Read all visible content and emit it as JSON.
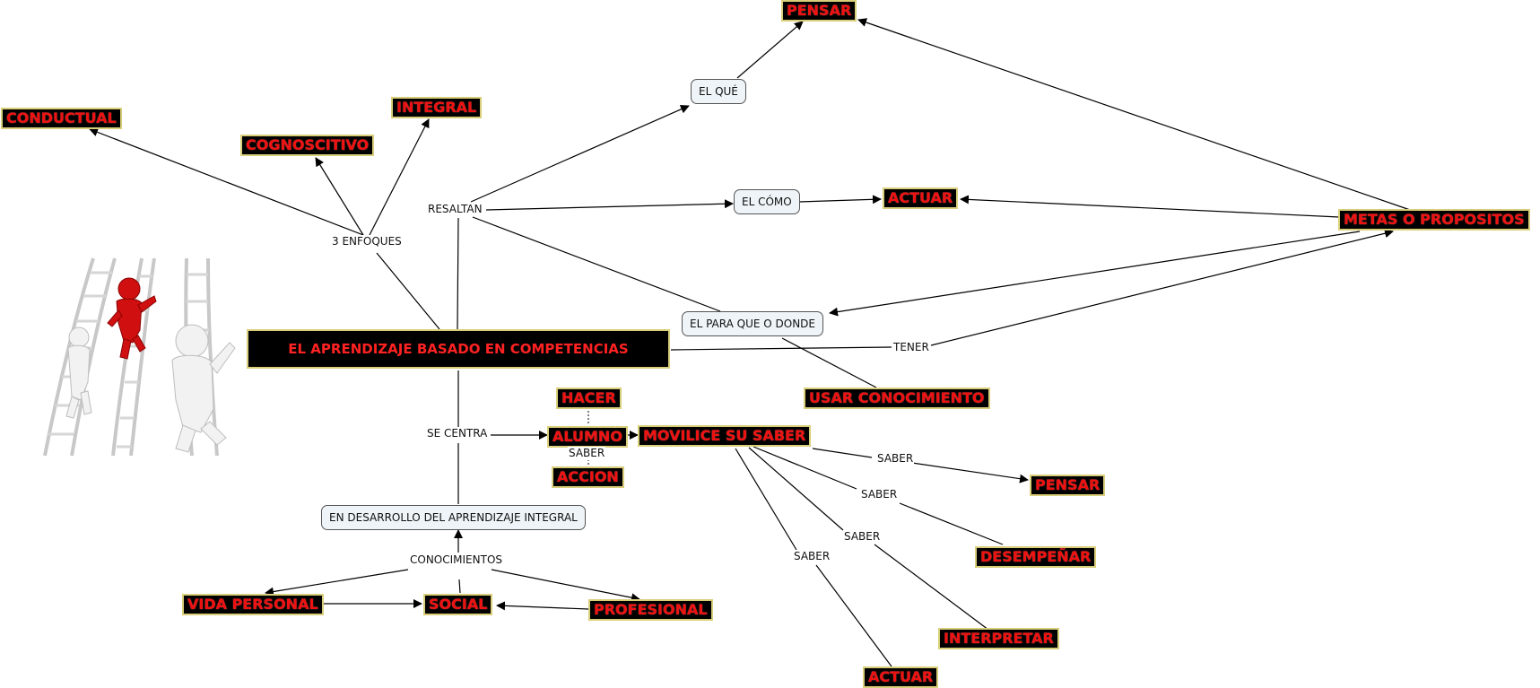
{
  "main_title": "EL APRENDIZAJE BASADO EN COMPETENCIAS",
  "nodes": {
    "conductual": "CONDUCTUAL",
    "cognoscitivo": "COGNOSCITIVO",
    "integral": "INTEGRAL",
    "pensar_top": "PENSAR",
    "el_que": "EL QUÉ",
    "el_como": "EL CÓMO",
    "actuar_top": "ACTUAR",
    "metas": "METAS  O  PROPOSITOS",
    "el_para_que": "EL PARA QUE O DONDE",
    "usar_conocimiento": "USAR CONOCIMIENTO",
    "hacer": "HACER",
    "alumno": "ALUMNO",
    "accion": "ACCION",
    "movilice": "MOVILICE SU SABER",
    "pensar_right": "PENSAR",
    "desempenar": "DESEMPEÑAR",
    "interpretar": "INTERPRETAR",
    "actuar_bottom": "ACTUAR",
    "en_desarrollo": "EN DESARROLLO DEL APRENDIZAJE INTEGRAL",
    "vida_personal": "VIDA PERSONAL",
    "social": "SOCIAL",
    "profesional": "PROFESIONAL"
  },
  "links": {
    "enfoques": "3 ENFOQUES",
    "resaltan": "RESALTAN",
    "tener": "TENER",
    "se_centra": "SE CENTRA",
    "saber_alumno": "SABER",
    "conocimientos": "CONOCIMIENTOS",
    "saber_pensar": "SABER",
    "saber_desempenar": "SABER",
    "saber_interpretar": "SABER",
    "saber_actuar": "SABER"
  },
  "colors": {
    "node_fill": "#000000",
    "node_text": "#ee1111",
    "node_border": "#d9cf7a",
    "box_fill": "#eef4f7",
    "line": "#000000",
    "figure_red": "#d01010",
    "figure_white": "#f2f2f2",
    "ladder": "#cfcfcf"
  }
}
